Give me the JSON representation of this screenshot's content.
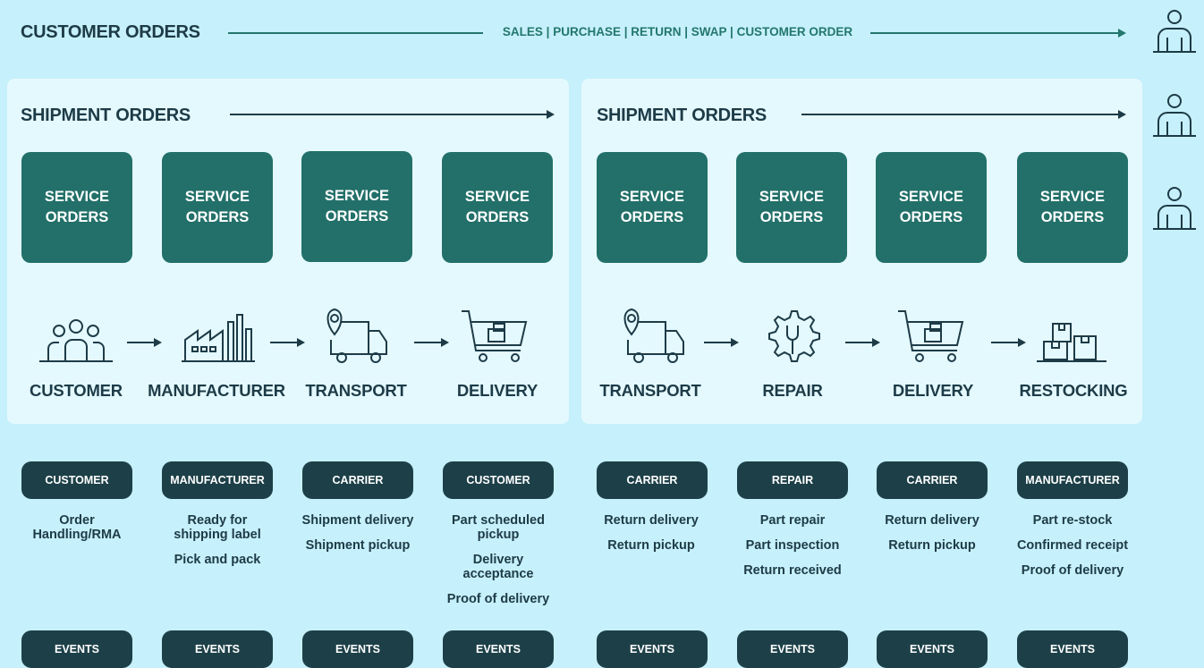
{
  "header": {
    "title": "CUSTOMER ORDERS",
    "channels": "SALES | PURCHASE | RETURN | SWAP | CUSTOMER ORDER"
  },
  "panels": [
    {
      "title": "SHIPMENT ORDERS",
      "services": [
        "SERVICE ORDERS",
        "SERVICE ORDERS",
        "SERVICE ORDERS",
        "SERVICE ORDERS"
      ],
      "stages": [
        {
          "label": "CUSTOMER",
          "icon": "people-icon"
        },
        {
          "label": "MANUFACTURER",
          "icon": "factory-icon"
        },
        {
          "label": "TRANSPORT",
          "icon": "truck-location-icon"
        },
        {
          "label": "DELIVERY",
          "icon": "shopping-cart-icon"
        }
      ]
    },
    {
      "title": "SHIPMENT ORDERS",
      "services": [
        "SERVICE ORDERS",
        "SERVICE ORDERS",
        "SERVICE ORDERS",
        "SERVICE ORDERS"
      ],
      "stages": [
        {
          "label": "TRANSPORT",
          "icon": "truck-location-icon"
        },
        {
          "label": "REPAIR",
          "icon": "gear-wrench-icon"
        },
        {
          "label": "DELIVERY",
          "icon": "shopping-cart-icon"
        },
        {
          "label": "RESTOCKING",
          "icon": "boxes-icon"
        }
      ]
    }
  ],
  "actors": [
    {
      "label": "CUSTOMER",
      "events": [
        "Order Handling/RMA"
      ]
    },
    {
      "label": "MANUFACTURER",
      "events": [
        "Ready for shipping label",
        "Pick and pack"
      ]
    },
    {
      "label": "CARRIER",
      "events": [
        "Shipment delivery",
        "Shipment pickup"
      ]
    },
    {
      "label": "CUSTOMER",
      "events": [
        "Part scheduled pickup",
        "Delivery acceptance",
        "Proof of delivery"
      ]
    },
    {
      "label": "CARRIER",
      "events": [
        "Return delivery",
        "Return pickup"
      ]
    },
    {
      "label": "REPAIR",
      "events": [
        "Part repair",
        "Part inspection",
        "Return received"
      ]
    },
    {
      "label": "CARRIER",
      "events": [
        "Return delivery",
        "Return pickup"
      ]
    },
    {
      "label": "MANUFACTURER",
      "events": [
        "Part re-stock",
        "Confirmed receipt",
        "Proof of delivery"
      ]
    }
  ],
  "events_label": "EVENTS",
  "colors": {
    "background": "#c6f0fb",
    "panel": "#e4f9fe",
    "service_box": "#227069",
    "pill": "#1d4048",
    "text_dark": "#1d3b47",
    "accent_line": "#23776e"
  }
}
